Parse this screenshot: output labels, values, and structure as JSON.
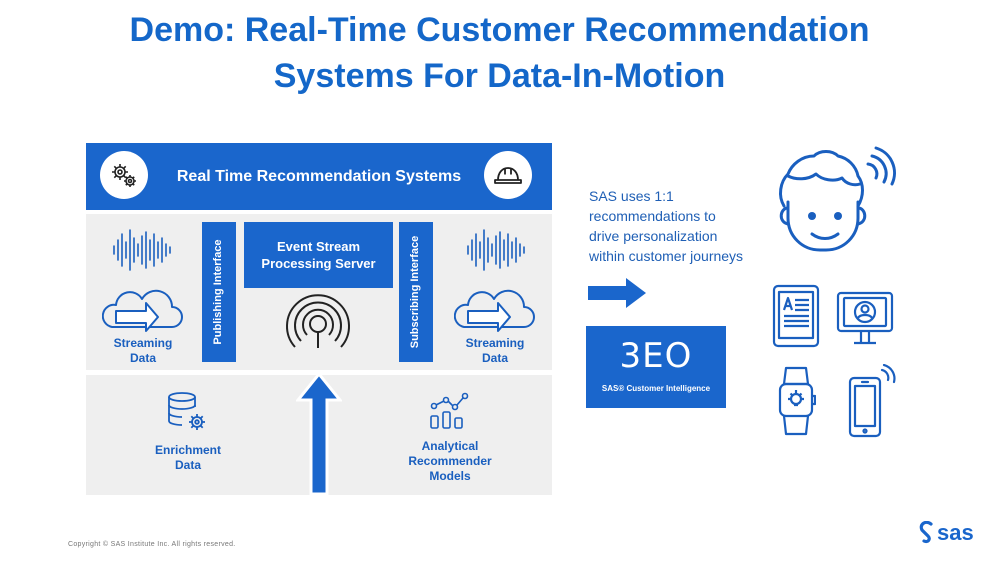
{
  "title": {
    "line1": "Demo: Real-Time Customer Recommendation",
    "line2": "Systems For Data-In-Motion"
  },
  "banner": {
    "label": "Real Time Recommendation Systems",
    "left_icon": "gears-icon",
    "right_icon": "hard-hat-icon"
  },
  "streaming_left": {
    "label_line1": "Streaming",
    "label_line2": "Data"
  },
  "streaming_right": {
    "label_line1": "Streaming",
    "label_line2": "Data"
  },
  "publishing_interface": "Publishing Interface",
  "subscribing_interface": "Subscribing Interface",
  "esp": {
    "line1": "Event Stream",
    "line2": "Processing Server"
  },
  "enrichment": {
    "line1": "Enrichment",
    "line2": "Data"
  },
  "analytical": {
    "line1": "Analytical",
    "line2": "Recommender",
    "line3": "Models"
  },
  "sas_text": {
    "line1": "SAS uses 1:1",
    "line2": "recommendations to",
    "line3": "drive personalization",
    "line4": "within customer journeys"
  },
  "ci": {
    "logo": "3EO",
    "label": "SAS® Customer Intelligence"
  },
  "copyright": "Copyright © SAS Institute Inc. All rights reserved.",
  "brand_logo": "sas",
  "colors": {
    "primary_blue": "#1a66cc",
    "title_blue": "#1467c9",
    "panel_gray": "#efefef"
  }
}
